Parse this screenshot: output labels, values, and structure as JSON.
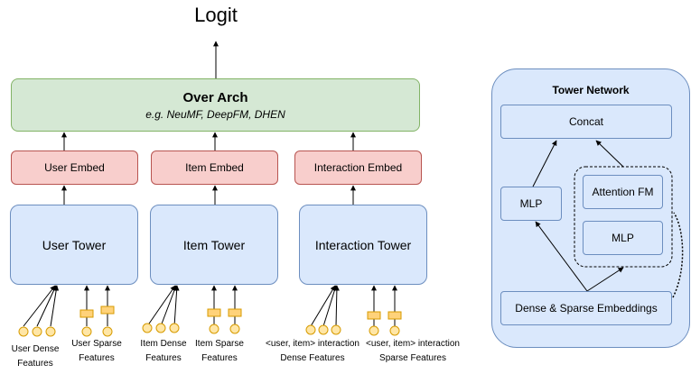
{
  "logit": "Logit",
  "over_arch": {
    "title": "Over Arch",
    "subtitle": "e.g. NeuMF, DeepFM, DHEN"
  },
  "embeds": {
    "user": "User Embed",
    "item": "Item Embed",
    "interaction": "Interaction Embed"
  },
  "towers": {
    "user": "User Tower",
    "item": "Item Tower",
    "interaction": "Interaction Tower"
  },
  "features": {
    "user_dense": [
      "User Dense",
      "Features"
    ],
    "user_sparse": [
      "User Sparse",
      "Features"
    ],
    "item_dense": [
      "Item Dense",
      "Features"
    ],
    "item_sparse": [
      "Item Sparse",
      "Features"
    ],
    "interaction_dense": [
      "<user, item> interaction",
      "Dense Features"
    ],
    "interaction_sparse": [
      "<user, item> interaction",
      "Sparse Features"
    ]
  },
  "tower_network": {
    "title": "Tower Network",
    "concat": "Concat",
    "mlp_left": "MLP",
    "attention_fm": "Attention FM",
    "mlp_right": "MLP",
    "embeddings": "Dense & Sparse Embeddings"
  },
  "colors": {
    "green_fill": "#d5e8d4",
    "red_fill": "#f8cecc",
    "blue_fill": "#dae8fc",
    "dense_feature_fill": "#ffe6a6",
    "sparse_feature_fill": "#ffd27a"
  }
}
